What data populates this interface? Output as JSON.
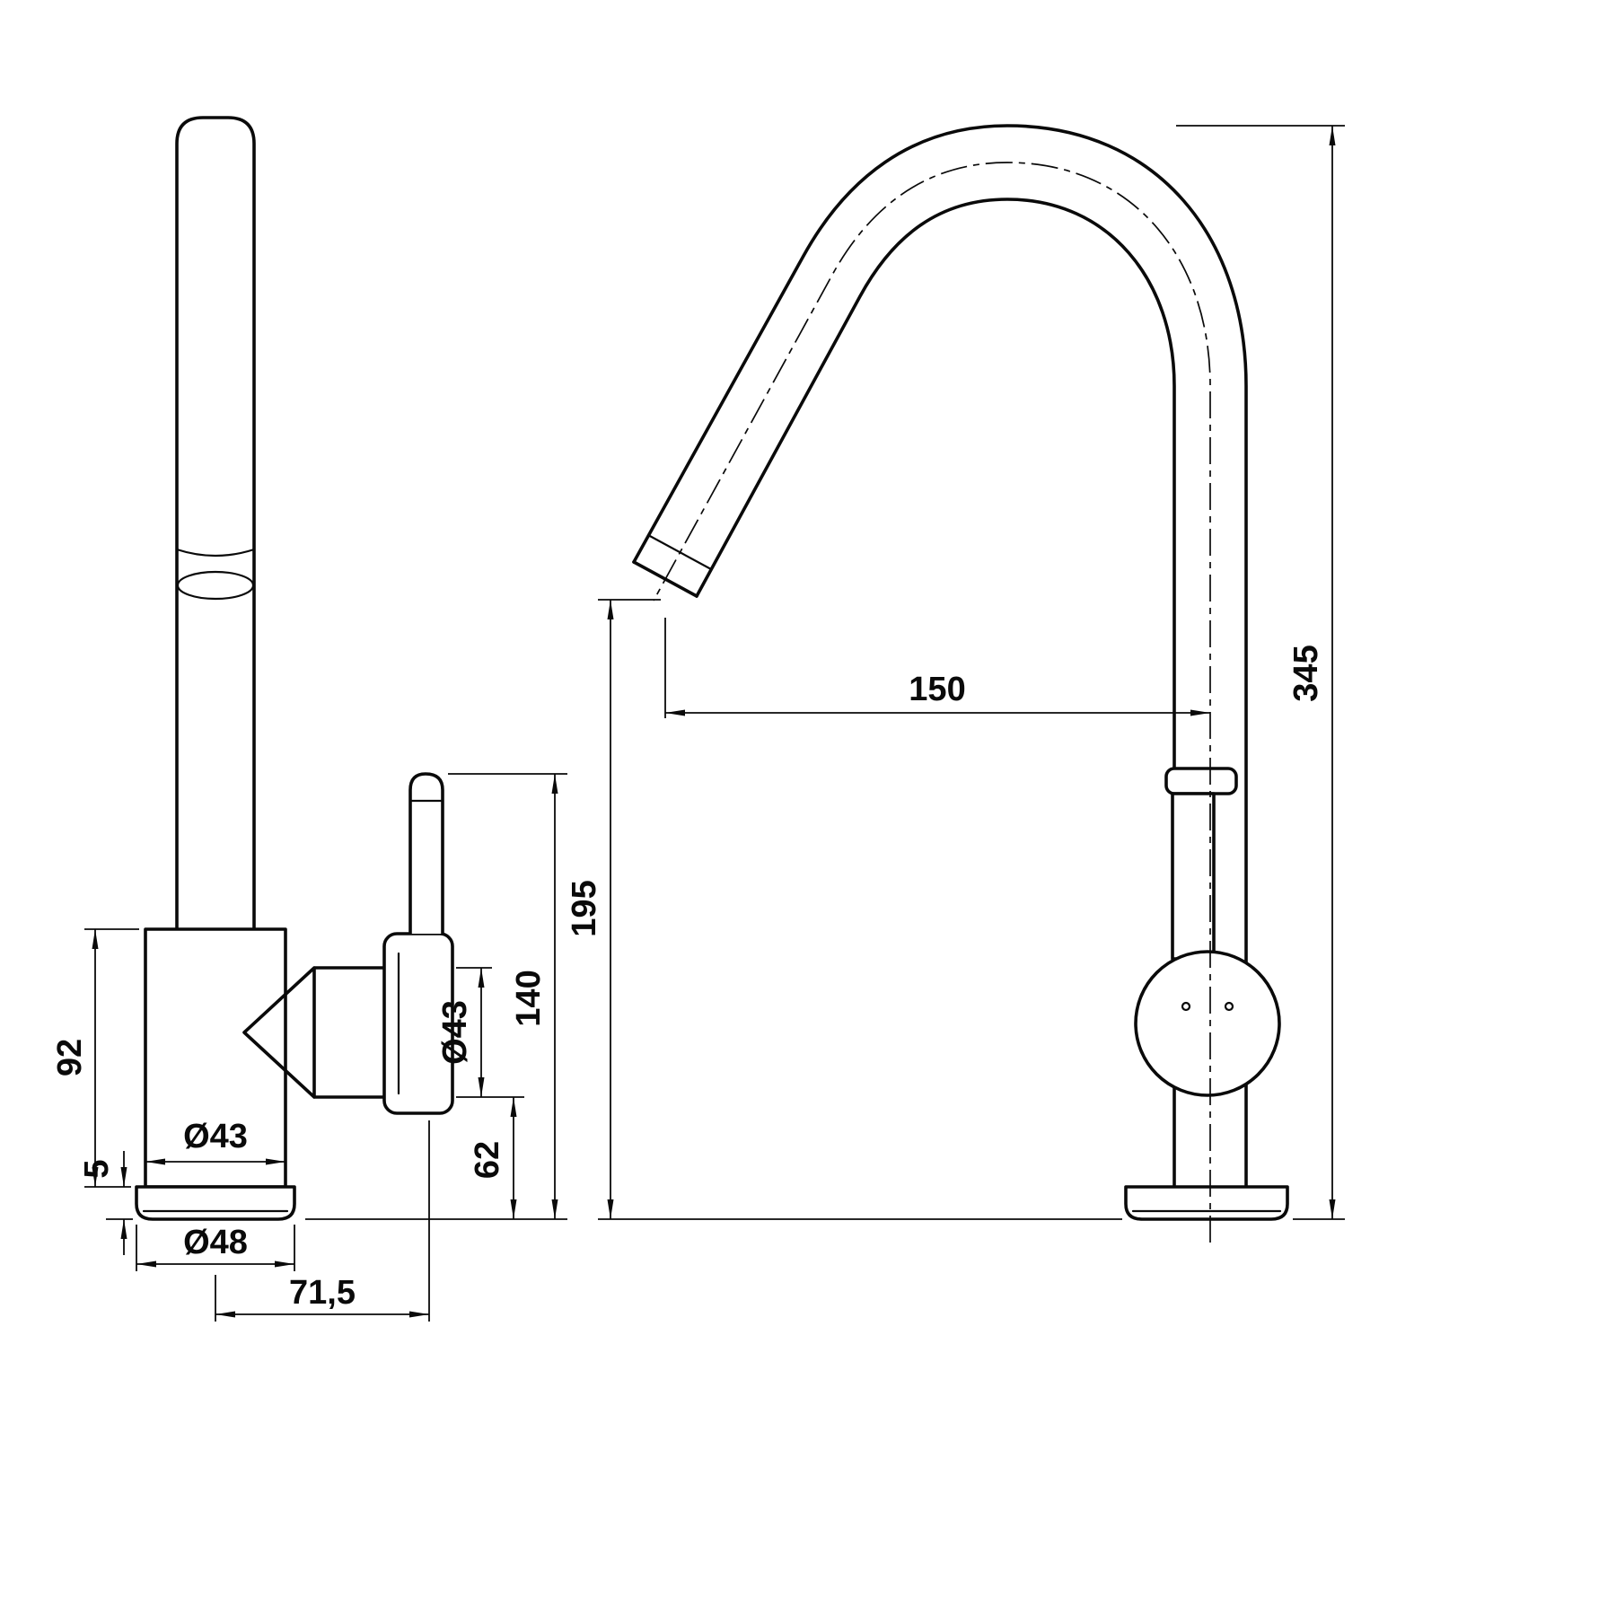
{
  "page": {
    "background": "#ffffff",
    "line_color": "#0a0a0a"
  },
  "drawing": {
    "kind": "technical-dimension-drawing",
    "views": [
      "side-view",
      "front-view"
    ]
  },
  "dimensions": {
    "side_body_height": "92",
    "side_base_thickness": "5",
    "side_body_diameter": "Ø43",
    "side_base_diameter": "Ø48",
    "side_handle_offset": "71,5",
    "side_handle_diameter": "Ø43",
    "side_handle_axis_height": "62",
    "side_handle_top_height": "140",
    "front_spout_reach": "150",
    "front_spout_outlet_height": "195",
    "front_total_height": "345"
  }
}
